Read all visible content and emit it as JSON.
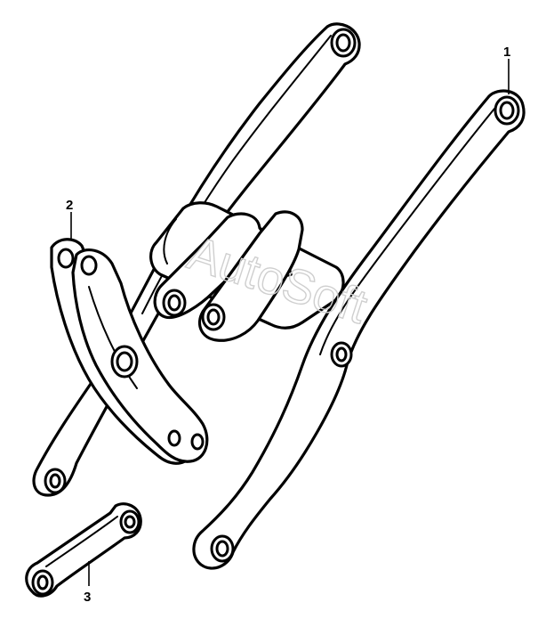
{
  "callouts": [
    {
      "id": "1",
      "label": "1"
    },
    {
      "id": "2",
      "label": "2"
    },
    {
      "id": "3",
      "label": "3"
    }
  ],
  "watermark": "AutoSoft",
  "colors": {
    "line": "#000000",
    "fill": "#ffffff",
    "watermark": "#cfcfcf"
  }
}
